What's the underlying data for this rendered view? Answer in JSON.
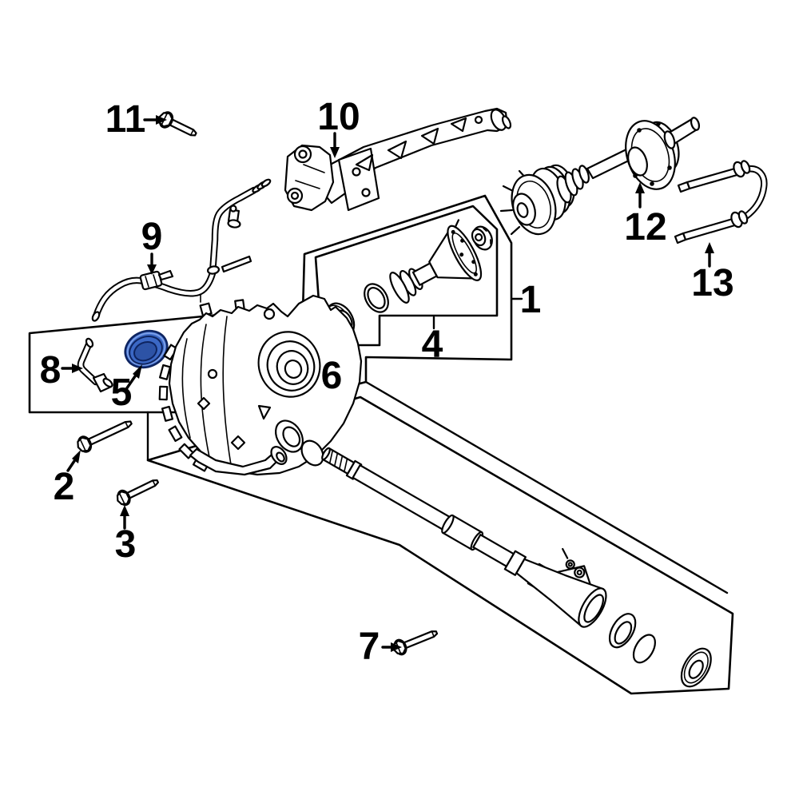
{
  "diagram": {
    "background_color": "#ffffff",
    "line_color": "#000000",
    "highlight_color": "#3b68c5",
    "highlighted_callout": "5",
    "callouts": [
      {
        "label": "1"
      },
      {
        "label": "2"
      },
      {
        "label": "3"
      },
      {
        "label": "4"
      },
      {
        "label": "5"
      },
      {
        "label": "6"
      },
      {
        "label": "7"
      },
      {
        "label": "8"
      },
      {
        "label": "9"
      },
      {
        "label": "10"
      },
      {
        "label": "11"
      },
      {
        "label": "12"
      },
      {
        "label": "13"
      }
    ]
  }
}
